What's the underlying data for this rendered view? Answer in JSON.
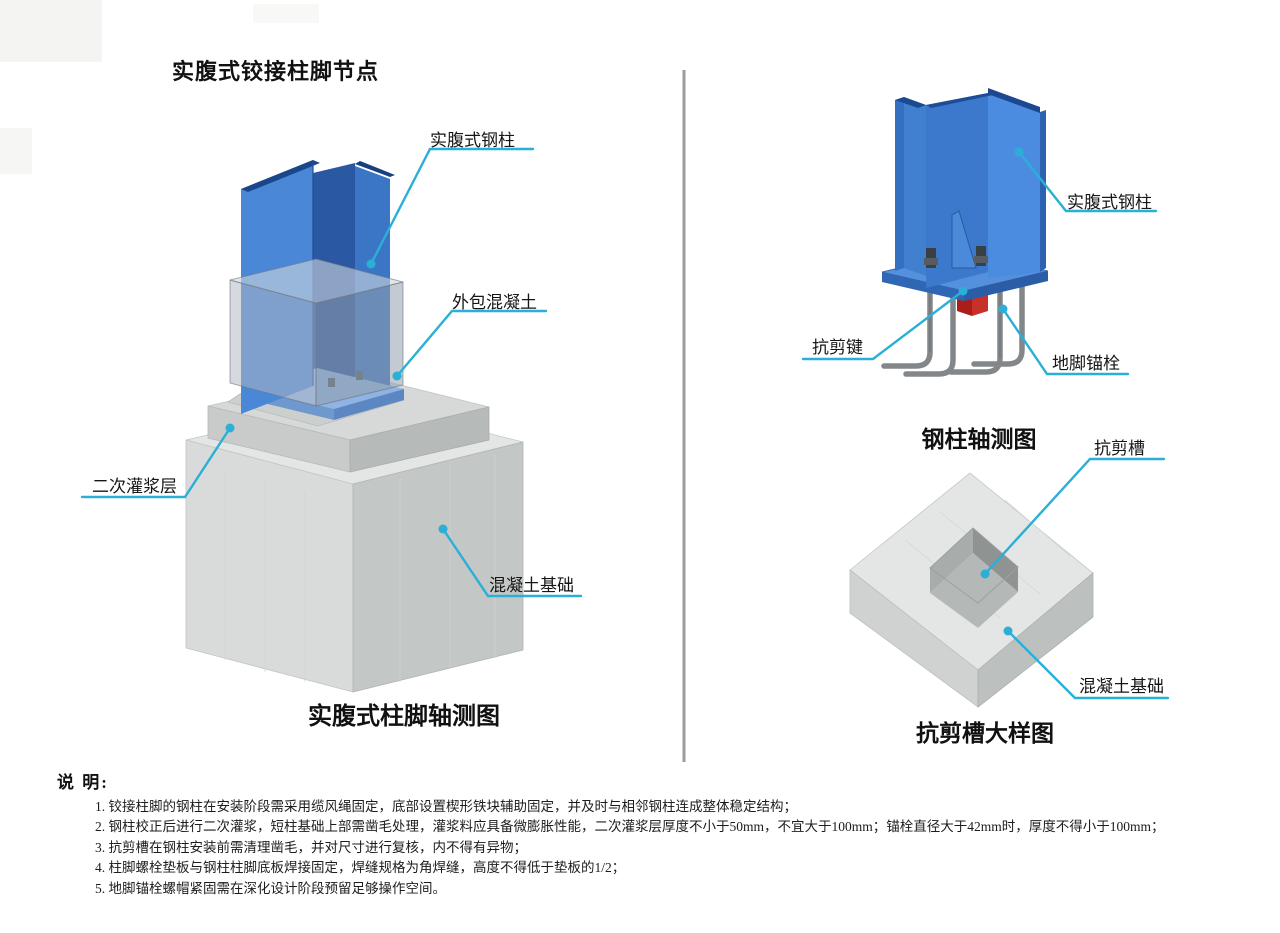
{
  "page": {
    "title": "实腹式铰接柱脚节点"
  },
  "left_diagram": {
    "caption": "实腹式柱脚轴测图",
    "labels": {
      "steel_column": "实腹式钢柱",
      "encased_concrete": "外包混凝土",
      "grout_layer": "二次灌浆层",
      "foundation": "混凝土基础"
    }
  },
  "right_top_diagram": {
    "caption": "钢柱轴测图",
    "labels": {
      "steel_column": "实腹式钢柱",
      "shear_key": "抗剪键",
      "anchor_bolt": "地脚锚栓"
    }
  },
  "right_bottom_diagram": {
    "caption": "抗剪槽大样图",
    "labels": {
      "shear_groove": "抗剪槽",
      "foundation": "混凝土基础"
    }
  },
  "notes": {
    "heading": "说 明:",
    "items": [
      "1. 铰接柱脚的钢柱在安装阶段需采用缆风绳固定，底部设置楔形铁块辅助固定，并及时与相邻钢柱连成整体稳定结构；",
      "2. 钢柱校正后进行二次灌浆，短柱基础上部需凿毛处理，灌浆料应具备微膨胀性能，二次灌浆层厚度不小于50mm，不宜大于100mm；锚栓直径大于42mm时，厚度不得小于100mm；",
      "3. 抗剪槽在钢柱安装前需清理凿毛，并对尺寸进行复核，内不得有异物；",
      "4. 柱脚螺栓垫板与钢柱柱脚底板焊接固定，焊缝规格为角焊缝，高度不得低于垫板的1/2；",
      "5. 地脚锚栓螺帽紧固需在深化设计阶段预留足够操作空间。"
    ]
  },
  "colors": {
    "leader_line": "#2BAFD6",
    "steel_blue": "#3E7FD0",
    "steel_blue_dark": "#1B4890",
    "shear_key_red": "#C0221F",
    "concrete_light": "#E4E6E5",
    "concrete_shadow": "#BCC0BF",
    "divider_gray": "#9C9C9C"
  }
}
